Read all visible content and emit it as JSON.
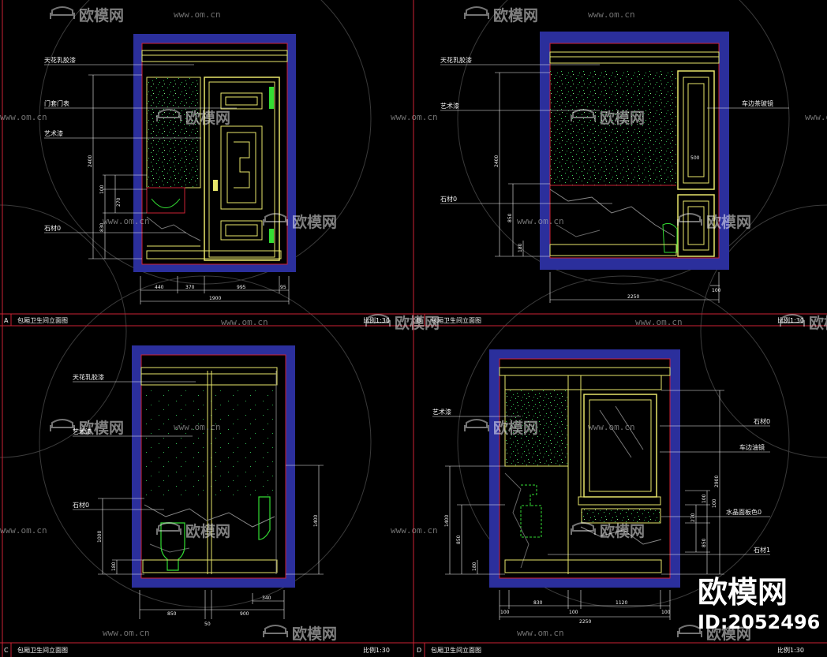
{
  "colors": {
    "background": "#000000",
    "wall_frame": "#2b2f9c",
    "trim": "#e8e66a",
    "annotation": "#f2f2f2",
    "sheet_border": "#cc2233",
    "fixture": "#33dd33",
    "speckle": "#33cc55"
  },
  "watermark": {
    "brand": "欧模网",
    "url": "www.om.cn"
  },
  "brand_badge": {
    "name": "欧模网",
    "id": "ID:2052496"
  },
  "panels": [
    {
      "letter": "A",
      "title": "包厢卫生间立面图",
      "scale": "比例1:30",
      "labels": [
        "天花乳胶漆",
        "门套门表",
        "艺术漆",
        "石材0"
      ],
      "dims": {
        "vertical": [
          "2400",
          "100",
          "270",
          "830"
        ],
        "bottom": [
          "440",
          "370",
          "995",
          "95"
        ],
        "total": "1900"
      }
    },
    {
      "letter": "B",
      "title": "包厢卫生间立面图",
      "scale": "比例1:30",
      "labels": [
        "天花乳胶漆",
        "艺术漆",
        "石材0",
        "车边茶玻镜"
      ],
      "dims": {
        "vertical": [
          "2400",
          "850",
          "180"
        ],
        "inner": "500",
        "bottom": [
          "100"
        ],
        "total": "2250"
      }
    },
    {
      "letter": "C",
      "title": "包厢卫生间立面图",
      "scale": "比例1:30",
      "labels": [
        "天花乳胶漆",
        "艺术漆",
        "石材0"
      ],
      "dims": {
        "vertical": [
          "1000",
          "180",
          "1400"
        ],
        "bottom": [
          "850",
          "900",
          "340",
          "50"
        ]
      }
    },
    {
      "letter": "D",
      "title": "包厢卫生间立面图",
      "scale": "比例1:30",
      "labels": [
        "艺术漆",
        "石材0",
        "车边油镜",
        "水晶面板色0",
        "石材1"
      ],
      "dims": {
        "vertical": [
          "1400",
          "850",
          "180",
          "2900",
          "100",
          "100",
          "270",
          "850"
        ],
        "bottom": [
          "100",
          "830",
          "100",
          "1120",
          "100"
        ],
        "total": "2250"
      }
    }
  ],
  "icons": [
    "sofa-logo-icon"
  ]
}
